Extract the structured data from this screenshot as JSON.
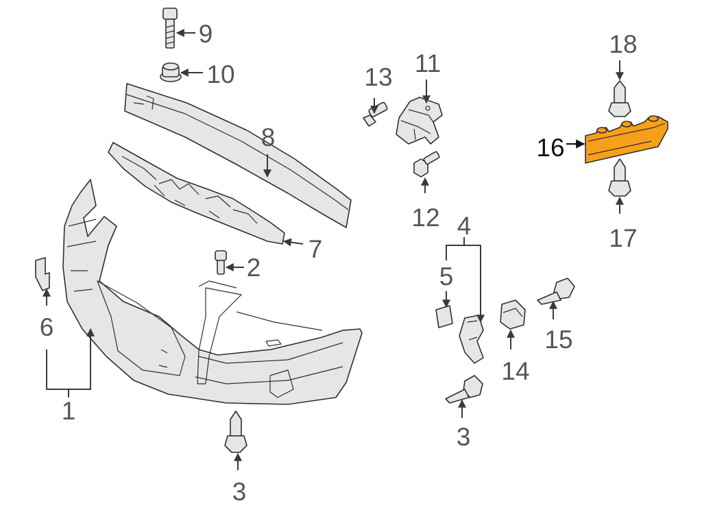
{
  "diagram": {
    "highlight_color": "#f6a01a",
    "callouts": {
      "c1": "1",
      "c2": "2",
      "c3a": "3",
      "c3b": "3",
      "c4": "4",
      "c5": "5",
      "c6": "6",
      "c7": "7",
      "c8": "8",
      "c9": "9",
      "c10": "10",
      "c11": "11",
      "c12": "12",
      "c13": "13",
      "c14": "14",
      "c15": "15",
      "c16": "16",
      "c17": "17",
      "c18": "18"
    }
  }
}
